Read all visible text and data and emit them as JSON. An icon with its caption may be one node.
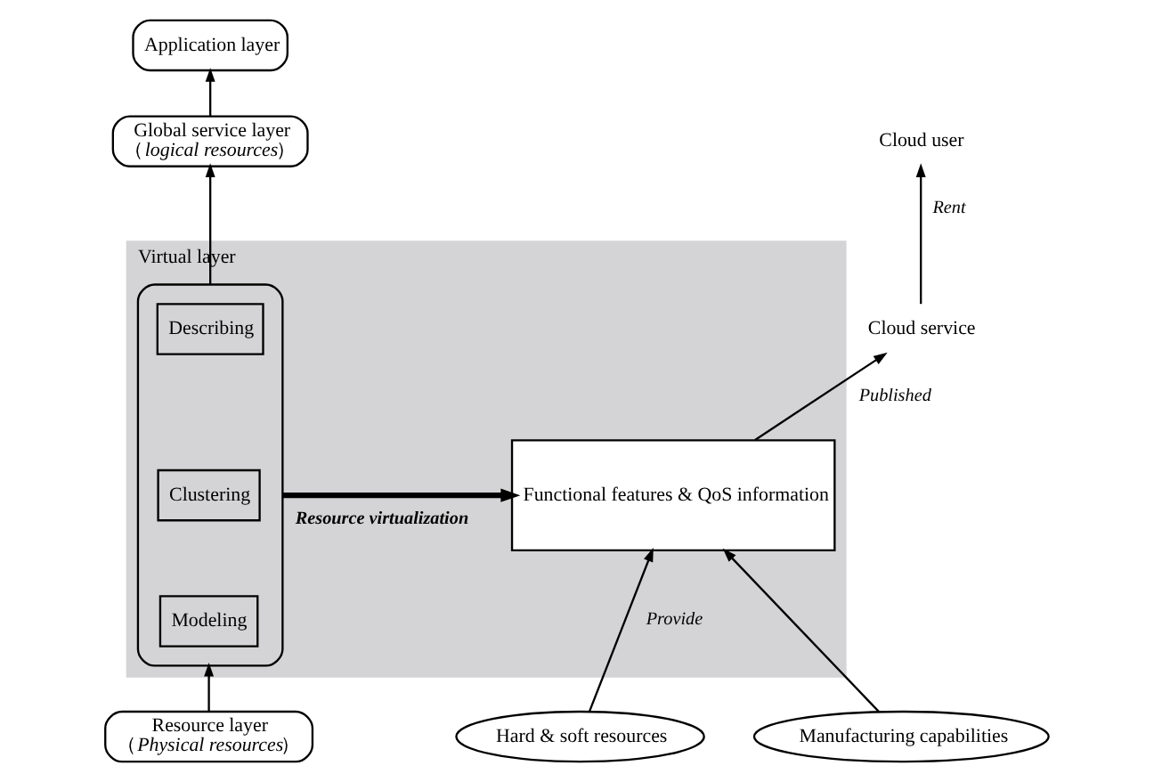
{
  "diagram": {
    "nodes": [
      {
        "text": [
          "Application layer"
        ]
      },
      {
        "text": [
          "Global service layer",
          "（*logical resources*）"
        ]
      },
      {
        "text": [
          "Virtual layer"
        ]
      },
      {
        "text": [],
        "shape": "box",
        "in": 2
      },
      {
        "text": [
          "Describing"
        ],
        "in": 3
      },
      {
        "text": [
          "Clustering"
        ],
        "in": 3
      },
      {
        "text": [
          "Modeling"
        ],
        "in": 3
      },
      {
        "text": [
          "Functional features & QoS information"
        ],
        "in": 2
      },
      {
        "text": [
          "Resource layer",
          "（*Physical resources*）"
        ]
      },
      {
        "text": [
          "Cloud user"
        ]
      },
      {
        "text": [
          "Cloud service"
        ]
      },
      {
        "text": [
          "Hard & soft resources"
        ]
      },
      {
        "text": [
          "Manufacturing capabilities"
        ]
      }
    ],
    "edges": [
      {
        "from": 1,
        "to": 0,
        "arrow": "to"
      },
      {
        "from": 3,
        "to": 1,
        "arrow": "to"
      },
      {
        "from": 8,
        "to": 3,
        "arrow": "to"
      },
      {
        "from": 3,
        "to": 7,
        "arrow": "to",
        "label": "Resource virtualization",
        "style": "thick"
      },
      {
        "from": 7,
        "to": 10,
        "arrow": "to",
        "label": "Published"
      },
      {
        "from": 10,
        "to": 9,
        "arrow": "to",
        "label": "Rent"
      },
      {
        "from": 11,
        "to": 7,
        "arrow": "to",
        "label": "Provide"
      },
      {
        "from": 12,
        "to": 7,
        "arrow": "to"
      }
    ]
  }
}
